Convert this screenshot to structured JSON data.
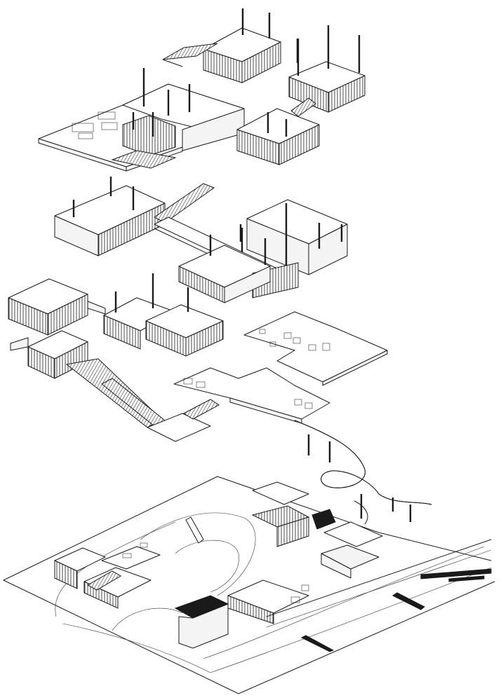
{
  "drawing": {
    "style": "exploded axonometric line drawing",
    "colors": {
      "line": "#1a1a1a",
      "background": "#ffffff",
      "accent_fill": "#1a1a1a"
    },
    "layers": [
      {
        "id": "roof-level"
      },
      {
        "id": "upper-level"
      },
      {
        "id": "pavilion-level"
      },
      {
        "id": "plaza-level"
      },
      {
        "id": "site-level"
      }
    ]
  }
}
